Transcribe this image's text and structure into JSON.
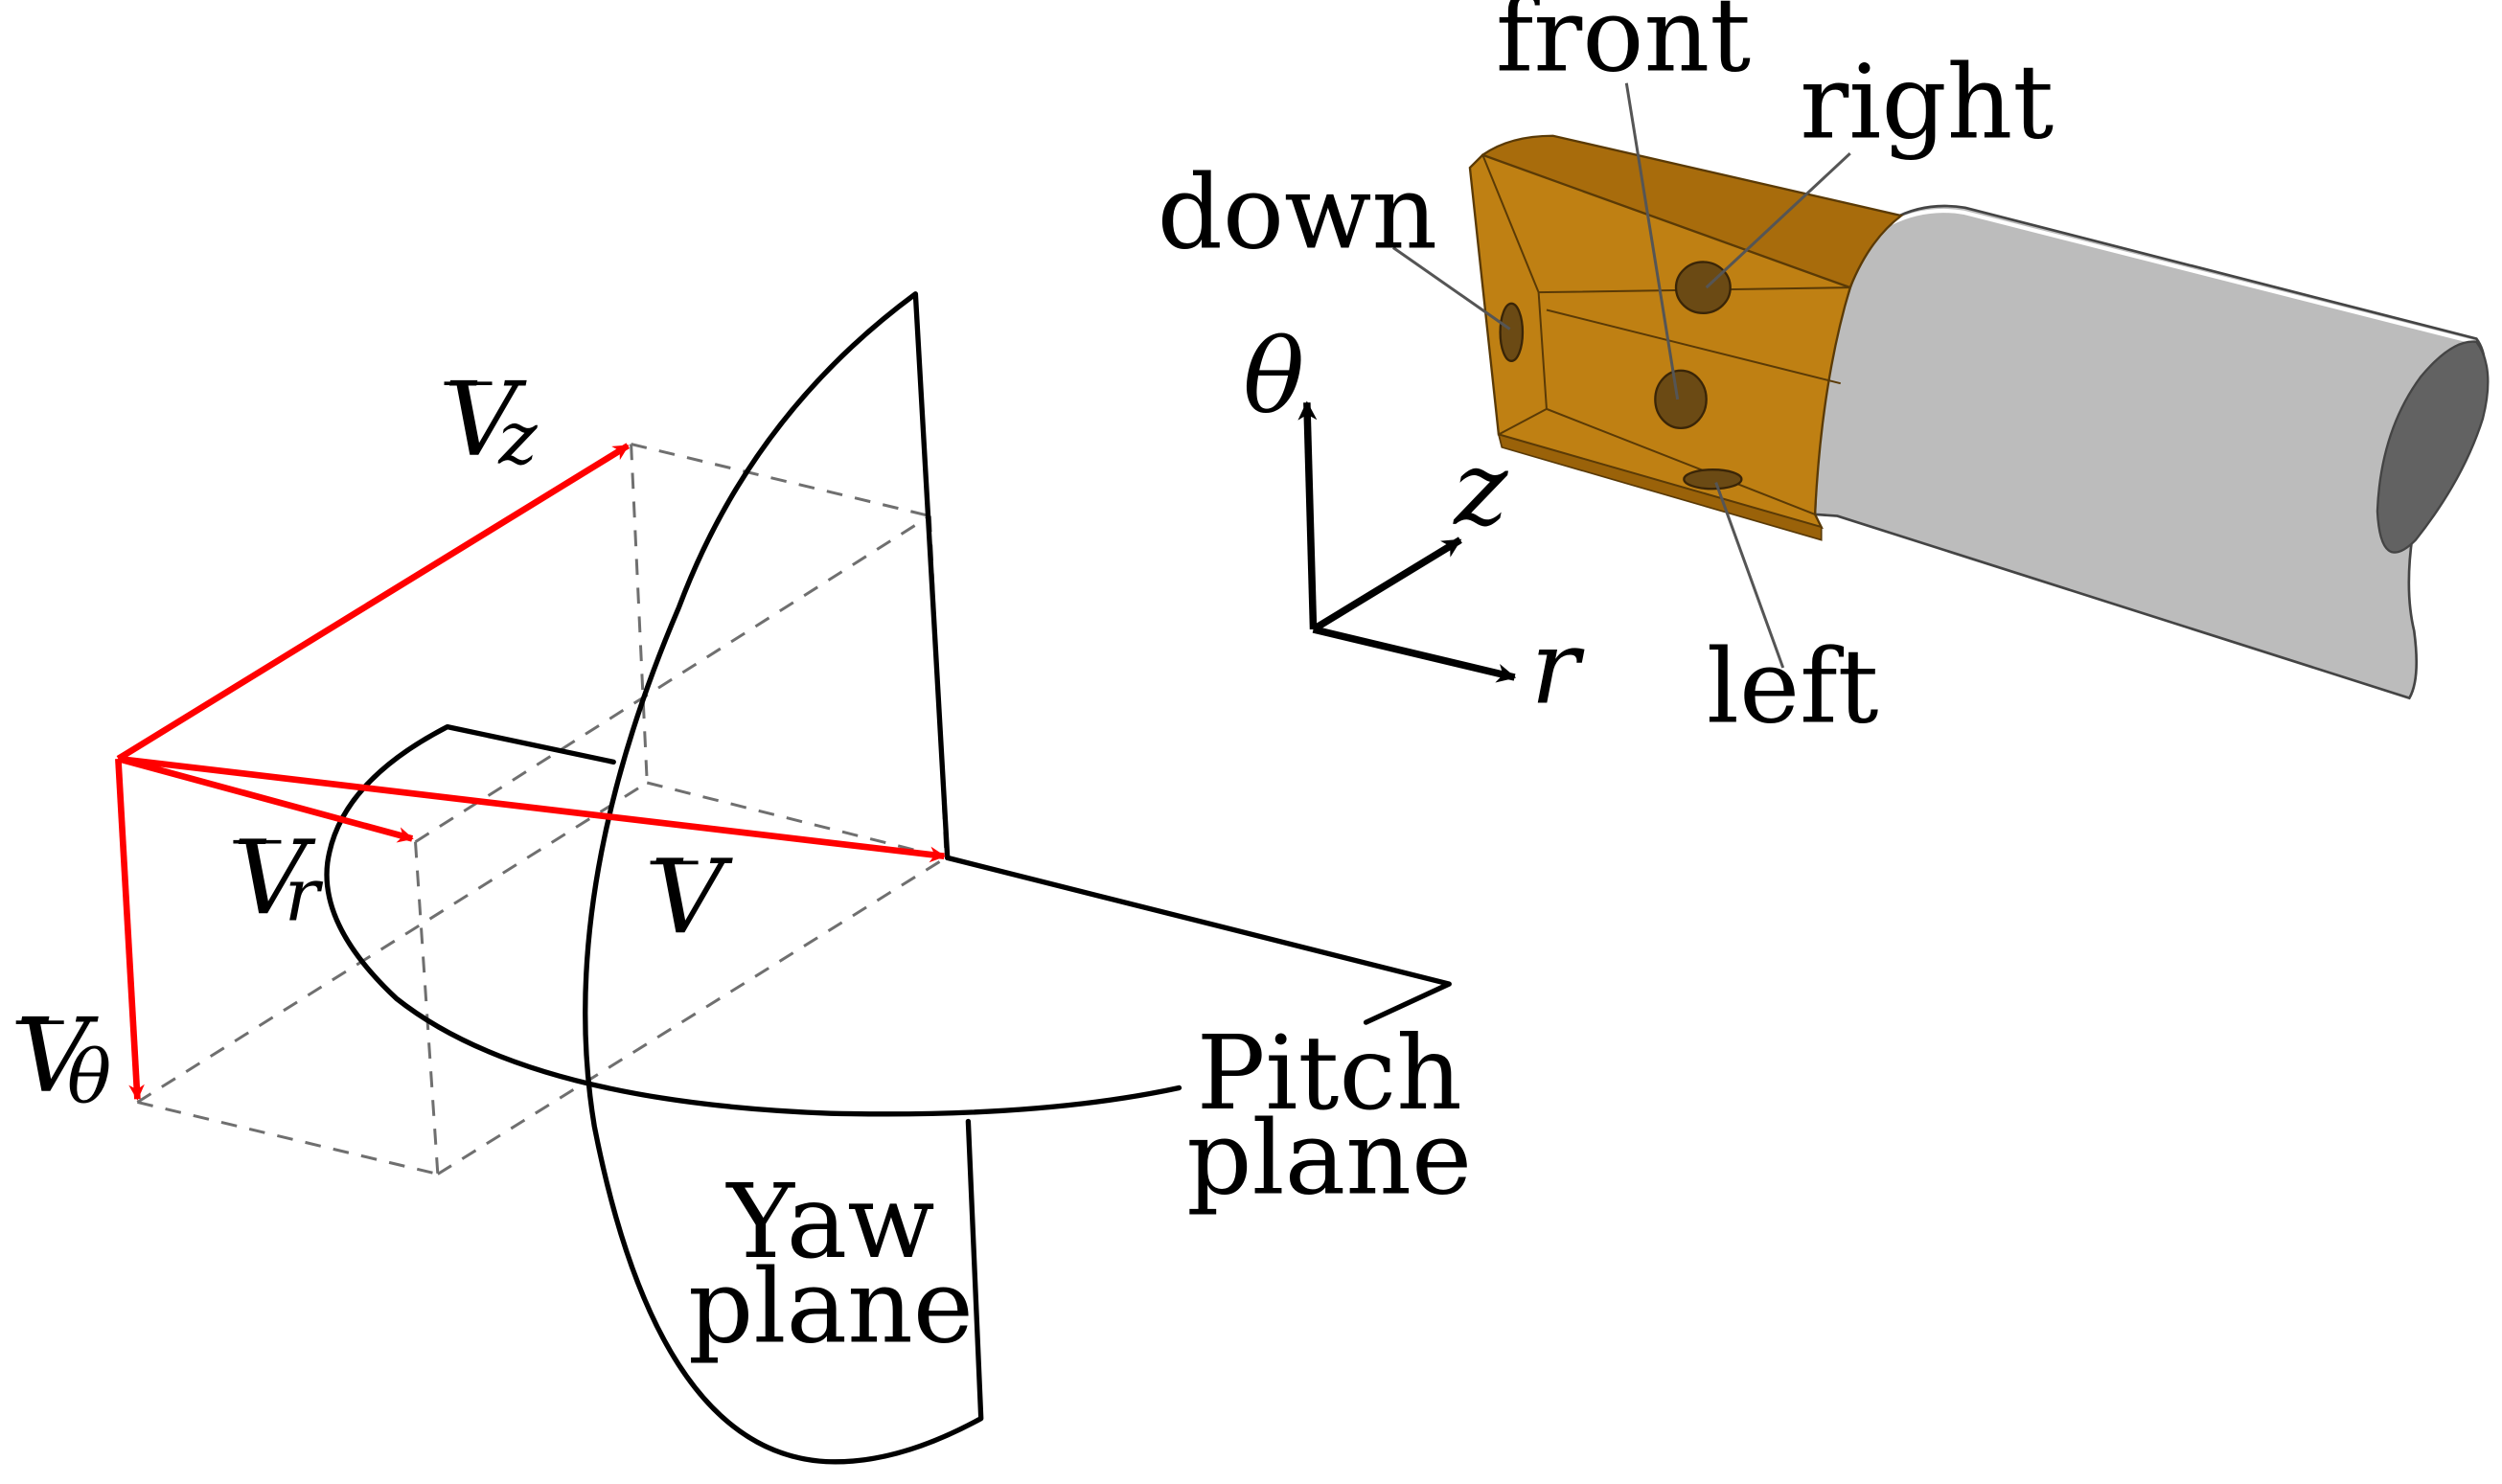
{
  "colors": {
    "vector": "#ff0000",
    "line": "#000000",
    "probe_head": "#bf8013",
    "probe_head_dark": "#a86c0c",
    "hole": "#6b4a14",
    "tube": "#bcbcbc",
    "tube_inner": "#626262"
  },
  "vectors": {
    "v": {
      "symbol": "V"
    },
    "vz": {
      "symbol": "V",
      "subscript": "z"
    },
    "vr": {
      "symbol": "V",
      "subscript": "r"
    },
    "vtheta": {
      "symbol": "V",
      "subscript": "θ"
    }
  },
  "planes": {
    "yaw": {
      "line1": "Yaw",
      "line2": "plane"
    },
    "pitch": {
      "line1": "Pitch",
      "line2": "plane"
    }
  },
  "axes": {
    "theta": "θ",
    "z": "z",
    "r": "r"
  },
  "holes": {
    "front": "front",
    "right": "right",
    "down": "down",
    "left": "left"
  }
}
